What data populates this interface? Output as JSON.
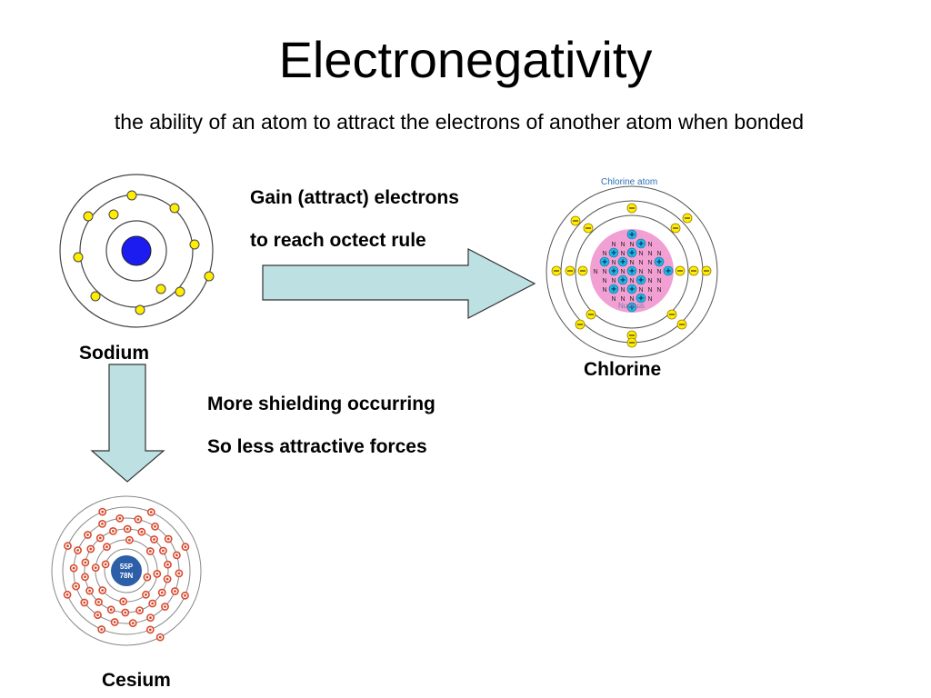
{
  "slide": {
    "title": "Electronegativity",
    "subtitle": "the ability of an atom to attract the electrons of another atom when bonded"
  },
  "atoms": {
    "sodium": {
      "label": "Sodium",
      "electrons": 11
    },
    "chlorine": {
      "label": "Chlorine",
      "image_title": "Chlorine atom",
      "nucleus_label": "Nucleus",
      "neutron_symbol": "N",
      "proton_symbol": "+",
      "electron_symbol": "−"
    },
    "cesium": {
      "label": "Cesium",
      "nucleus_protons": "55P",
      "nucleus_neutrons": "78N"
    }
  },
  "annotations": {
    "gain_line1": "Gain (attract) electrons",
    "gain_line2": "to reach octect rule",
    "shielding_line1": "More shielding occurring",
    "shielding_line2": "So less attractive forces"
  },
  "colors": {
    "arrow_fill": "#bde0e3",
    "arrow_stroke": "#333333",
    "sodium_nucleus": "#1c1cf0",
    "sodium_electron": "#ffee00",
    "chlorine_nucleus": "#f29fd4",
    "chlorine_proton": "#21b5e8",
    "chlorine_electron": "#ffee00",
    "cesium_nucleus": "#2c5fa8",
    "cesium_electron": "#d84a2e"
  }
}
